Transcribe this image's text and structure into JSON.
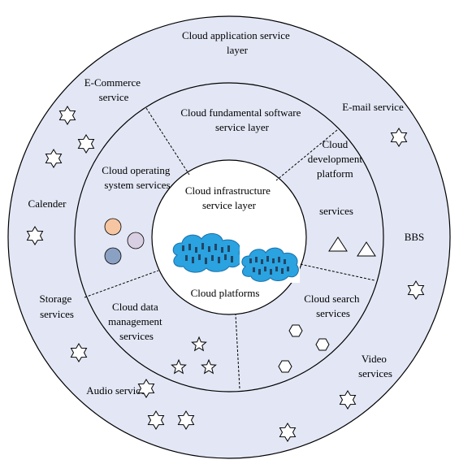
{
  "diagram": {
    "outer_ring": {
      "title_lines": [
        "Cloud application service",
        "layer"
      ],
      "services": [
        {
          "lines": [
            "E-Commerce",
            "service"
          ]
        },
        {
          "lines": [
            "E-mail service"
          ]
        },
        {
          "lines": [
            "Calender"
          ]
        },
        {
          "lines": [
            "BBS"
          ]
        },
        {
          "lines": [
            "Storage",
            "services"
          ]
        },
        {
          "lines": [
            "Video",
            "services"
          ]
        },
        {
          "lines": [
            "Audio services"
          ]
        }
      ]
    },
    "middle_ring": {
      "title_lines": [
        "Cloud fundamental software",
        "service layer"
      ],
      "segments": [
        {
          "lines": [
            "Cloud operating",
            "system services"
          ]
        },
        {
          "lines": [
            "Cloud",
            "development",
            "platform",
            "services"
          ]
        },
        {
          "lines": [
            "Cloud data",
            "management",
            "services"
          ]
        },
        {
          "lines": [
            "Cloud search",
            "services"
          ]
        }
      ]
    },
    "inner_circle": {
      "title_lines": [
        "Cloud infrastructure",
        "service layer"
      ],
      "bottom_label": "Cloud platforms"
    },
    "colors": {
      "ring_fill": "#e3e7f5",
      "inner_fill": "#ffffff",
      "stroke": "#000000",
      "cloud_fill": "#2aa3e0",
      "circle_orange": "#f6c6a2",
      "circle_purple": "#d9cfe2",
      "circle_blue": "#8ba1c4"
    }
  }
}
